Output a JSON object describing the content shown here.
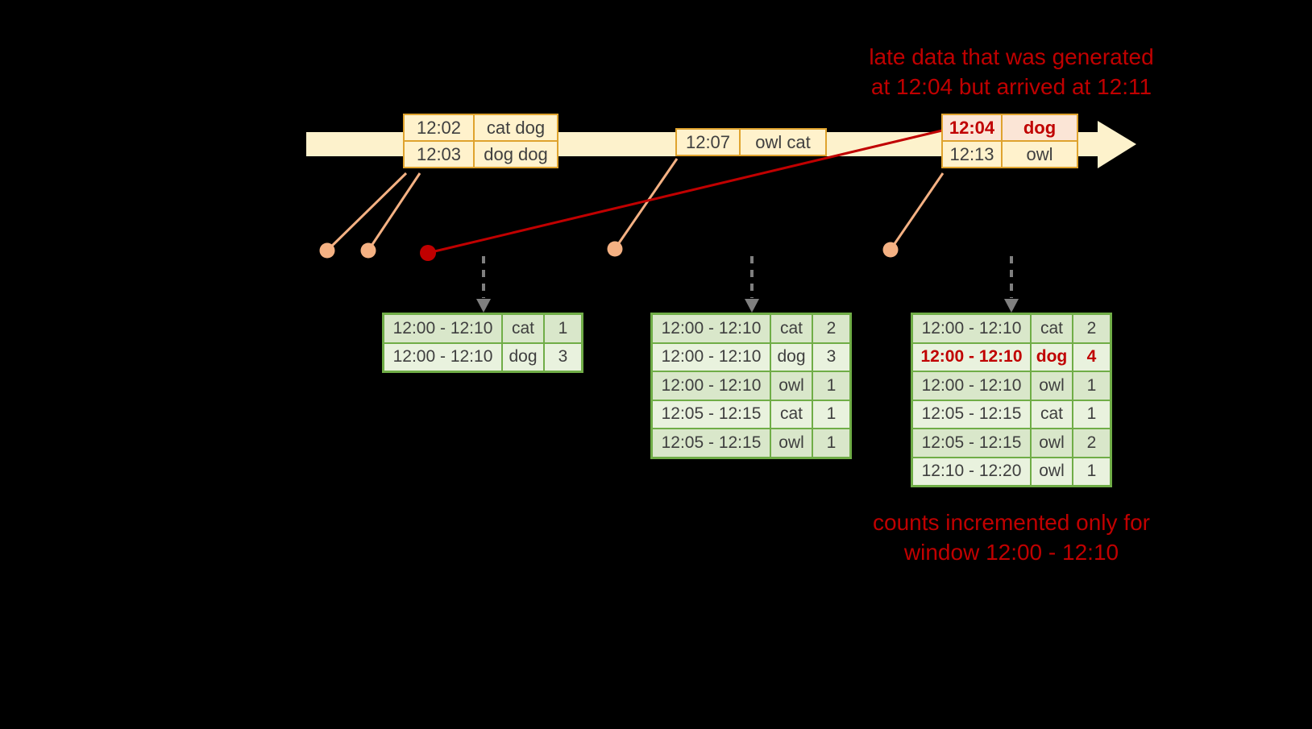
{
  "colors": {
    "background": "#000000",
    "timeline_fill": "#fdf2cc",
    "event_fill": "#fff2cc",
    "event_border": "#dfa32e",
    "late_fill": "#fbe5d6",
    "accent_red": "#c00000",
    "connector_salmon": "#f4b183",
    "result_border": "#70ad47",
    "result_row_dark": "#d9e7ca",
    "result_row_light": "#e9f2de",
    "arrow_gray": "#7f7f7f",
    "text_dark": "#3f3f3f"
  },
  "annotations": {
    "late_data_line1": "late data that was generated",
    "late_data_line2": "at 12:04 but arrived at 12:11",
    "counts_line1": "counts incremented only for",
    "counts_line2": "window 12:00 - 12:10"
  },
  "events": [
    {
      "rows": [
        {
          "time": "12:02",
          "words": "cat dog",
          "late": false
        },
        {
          "time": "12:03",
          "words": "dog dog",
          "late": false
        }
      ]
    },
    {
      "rows": [
        {
          "time": "12:07",
          "words": "owl cat",
          "late": false
        }
      ]
    },
    {
      "rows": [
        {
          "time": "12:04",
          "words": "dog",
          "late": true
        },
        {
          "time": "12:13",
          "words": "owl",
          "late": false
        }
      ]
    }
  ],
  "result_tables": [
    {
      "rows": [
        {
          "window": "12:00 - 12:10",
          "word": "cat",
          "count": "1"
        },
        {
          "window": "12:00 - 12:10",
          "word": "dog",
          "count": "3"
        }
      ]
    },
    {
      "rows": [
        {
          "window": "12:00 - 12:10",
          "word": "cat",
          "count": "2"
        },
        {
          "window": "12:00 - 12:10",
          "word": "dog",
          "count": "3"
        },
        {
          "window": "12:00 - 12:10",
          "word": "owl",
          "count": "1"
        },
        {
          "window": "12:05 - 12:15",
          "word": "cat",
          "count": "1"
        },
        {
          "window": "12:05 - 12:15",
          "word": "owl",
          "count": "1"
        }
      ]
    },
    {
      "rows": [
        {
          "window": "12:00 - 12:10",
          "word": "cat",
          "count": "2"
        },
        {
          "window": "12:00 - 12:10",
          "word": "dog",
          "count": "4",
          "highlight": true
        },
        {
          "window": "12:00 - 12:10",
          "word": "owl",
          "count": "1"
        },
        {
          "window": "12:05 - 12:15",
          "word": "cat",
          "count": "1"
        },
        {
          "window": "12:05 - 12:15",
          "word": "owl",
          "count": "2"
        },
        {
          "window": "12:10 - 12:20",
          "word": "owl",
          "count": "1"
        }
      ]
    }
  ]
}
